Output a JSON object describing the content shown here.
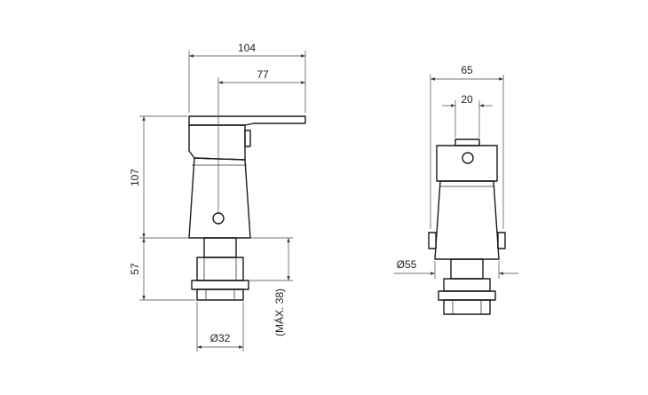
{
  "dimensions": {
    "front_width": "104",
    "front_handle_reach": "77",
    "front_height": "107",
    "front_lower_height": "57",
    "front_max_depth": "(MÁX. 38)",
    "front_thread_diameter": "Ø32",
    "side_width": "65",
    "side_handle_width": "20",
    "side_base_diameter": "Ø55"
  },
  "colors": {
    "line": "#1a1a1a",
    "background": "#ffffff"
  }
}
